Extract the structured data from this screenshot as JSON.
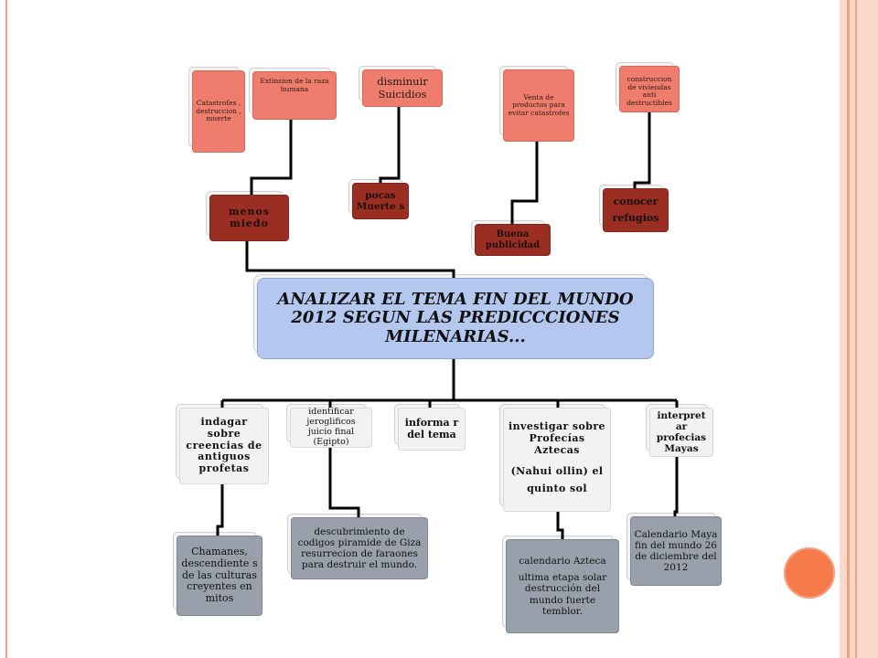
{
  "central_topic": "ANALIZAR EL TEMA FIN DEL MUNDO 2012 SEGUN LAS PREDICCCIONES MILENARIAS...",
  "top_row": {
    "catastrofes": "Catastrofes , destruccion , muerte",
    "extinsion": "Extinsion de la raza humana",
    "menos_miedo": "menos miedo",
    "disminuir": "disminuir Suicidios",
    "pocas_muertes": "pocas Muerte s",
    "venta": "Venta de productos para evitar catastrofes",
    "buena_publicidad": "Buena publicidad",
    "construccion": "construccion de viviendas anti destructibles",
    "conocer_refugios": "conocer refugios"
  },
  "bottom_row": {
    "indagar": "indagar sobre creencias de antiguos profetas",
    "chamanes": "Chamanes, descendiente s de las culturas creyentes en mitos",
    "identificar": "identificar jeroglificos juicio final (Egipto)",
    "descubrimiento": "descubrimiento de codigos piramide de Giza resurrecion de faraones para destruir el mundo.",
    "informar": "informa r del tema",
    "investigar_title": "investigar sobre Profecías Aztecas",
    "investigar_sub": "(Nahui ollin) el quinto sol",
    "calendario_azteca_title": "calendario Azteca",
    "calendario_azteca_body": "ultima etapa solar destrucción del mundo fuerte temblor.",
    "interpretar": "interpret ar profecias Mayas",
    "calendario_maya": "Calendario Maya fin del mundo 26 de diciembre del 2012"
  },
  "colors": {
    "salmon": "#ef7d6d",
    "brown": "#9b2e22",
    "central_blue": "#b4c7ef",
    "light_gray": "#f2f2f4",
    "dark_gray": "#9aa0ab",
    "accent_orange": "#f77b4a"
  }
}
